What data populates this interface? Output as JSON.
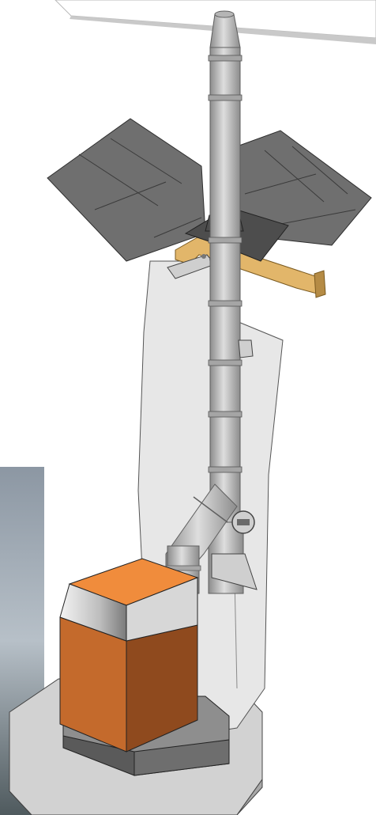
{
  "diagram": {
    "components": [
      {
        "id": "chimney-cap"
      },
      {
        "id": "flue-pipe"
      },
      {
        "id": "roof-shingles"
      },
      {
        "id": "roof-flashing"
      },
      {
        "id": "roof-rafter"
      },
      {
        "id": "roof-support-bracket"
      },
      {
        "id": "chase-wall"
      },
      {
        "id": "wall-support-bracket"
      },
      {
        "id": "tee-connector"
      },
      {
        "id": "cleanout-cap"
      },
      {
        "id": "elbow-pipe"
      },
      {
        "id": "stove"
      },
      {
        "id": "hearth-pad"
      }
    ],
    "colors": {
      "stove_front": "#c46a2c",
      "stove_side": "#8f4a1e",
      "stove_top": "#f08c3c",
      "steel_light": "#dedede",
      "steel_dark": "#8c8c8c",
      "shingles": "#6f6f6f",
      "wall": "#e7e7e7",
      "wood": "#e2b66a",
      "hearth": "#d2d2d2"
    },
    "photo_tones": [
      "#8c97a3",
      "#b7c0c8",
      "#4f5a5e"
    ]
  }
}
